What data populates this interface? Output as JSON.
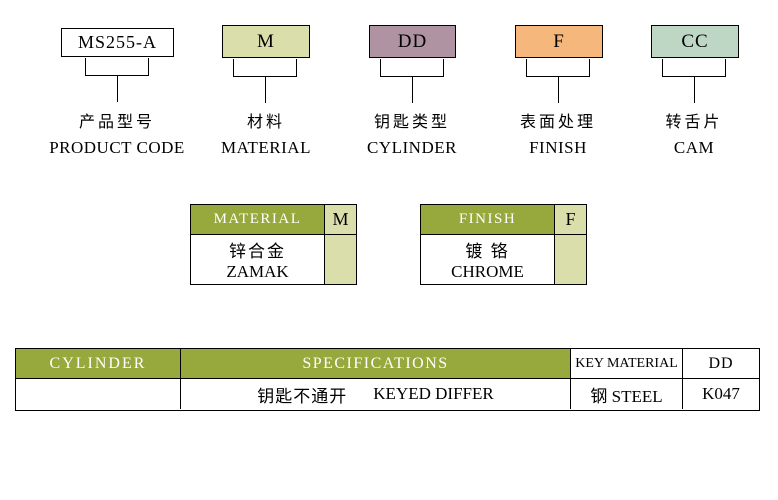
{
  "legend": {
    "items": [
      {
        "code": "MS255-A",
        "name_cn": "产品型号",
        "name_en": "PRODUCT CODE",
        "color": "#ffffff"
      },
      {
        "code": "M",
        "name_cn": "材料",
        "name_en": "MATERIAL",
        "color": "#d9deab"
      },
      {
        "code": "DD",
        "name_cn": "钥匙类型",
        "name_en": "CYLINDER",
        "color": "#b093a2"
      },
      {
        "code": "F",
        "name_cn": "表面处理",
        "name_en": "FINISH",
        "color": "#f6b77d"
      },
      {
        "code": "CC",
        "name_cn": "转舌片",
        "name_en": "CAM",
        "color": "#bed7c4"
      }
    ]
  },
  "material_table": {
    "header": "MATERIAL",
    "code": "M",
    "value_cn": "锌合金",
    "value_en": "ZAMAK"
  },
  "finish_table": {
    "header": "FINISH",
    "code": "F",
    "value_cn": "镀 铬",
    "value_en": "CHROME"
  },
  "spec_table": {
    "columns": [
      "CYLINDER",
      "SPECIFICATIONS",
      "KEY MATERIAL",
      "DD"
    ],
    "row": {
      "cylinder": "",
      "spec_cn": "钥匙不通开",
      "spec_en": "KEYED DIFFER",
      "key_material": "钢 STEEL",
      "code": "K047"
    }
  },
  "colors": {
    "table_header_green": "#97a83c",
    "cell_pale_green": "#d9deab",
    "material_box": "#d9deab",
    "cylinder_box": "#b093a2",
    "finish_box": "#f6b77d",
    "cam_box": "#bed7c4",
    "line": "#000000"
  }
}
